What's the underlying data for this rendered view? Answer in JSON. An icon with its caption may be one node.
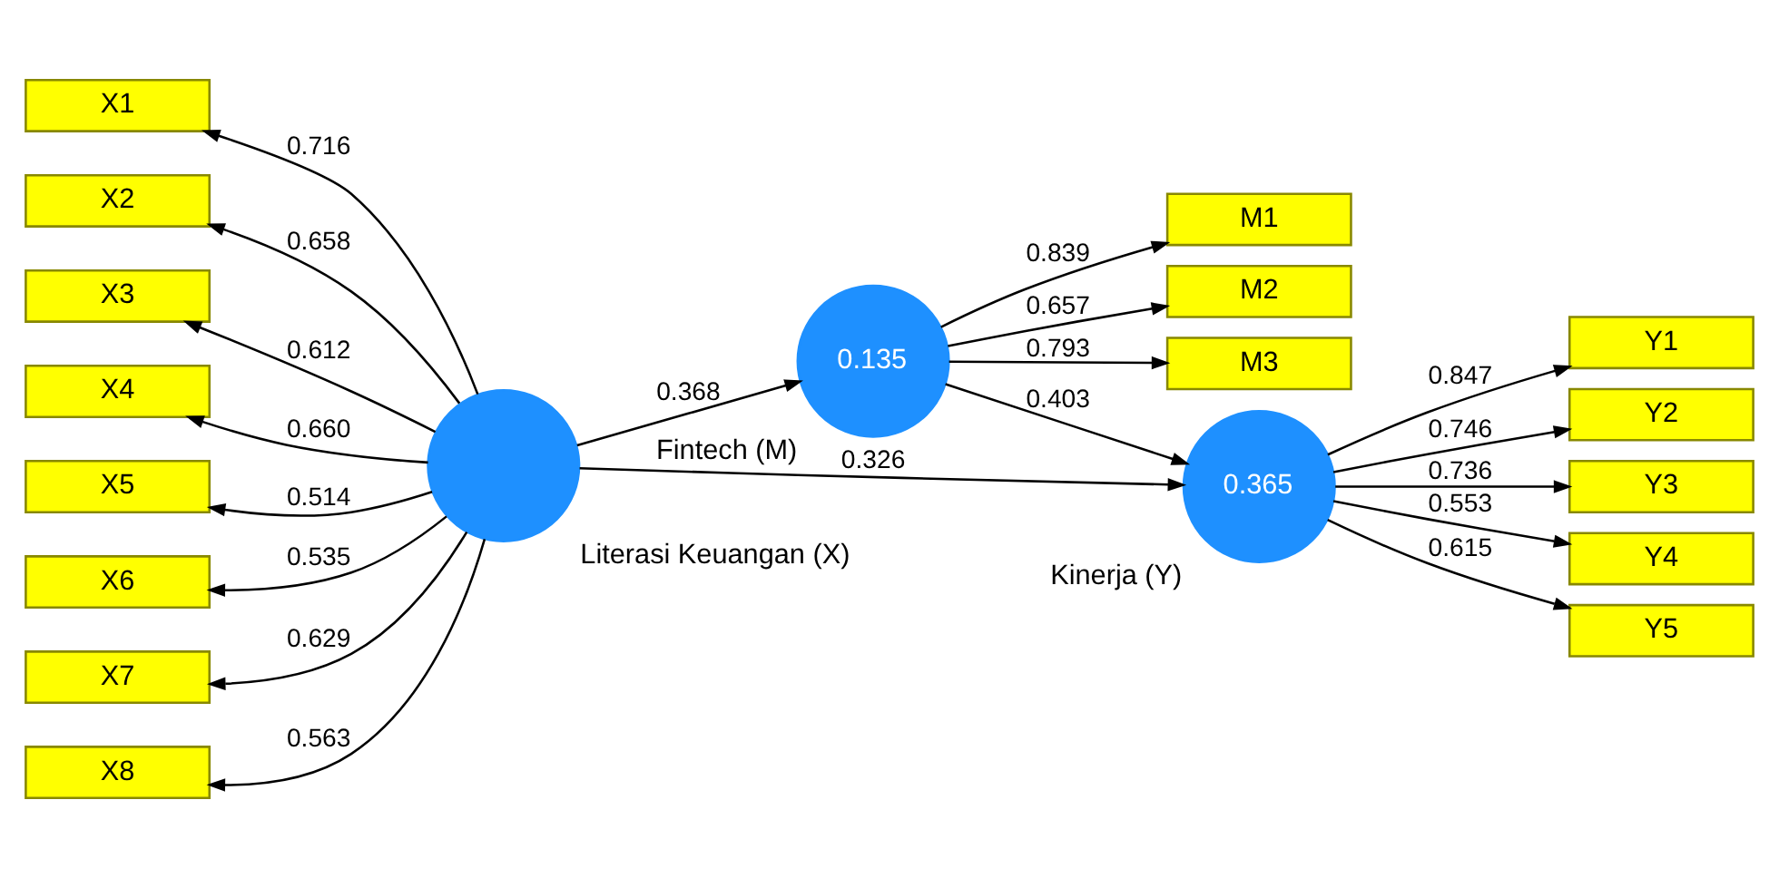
{
  "diagram": {
    "nodes": [
      {
        "text": [
          "M1"
        ]
      },
      {
        "text": [
          "M2"
        ]
      },
      {
        "text": [
          "M3"
        ]
      },
      {
        "text": [
          "X1"
        ]
      },
      {
        "text": [
          "X2"
        ]
      },
      {
        "text": [
          "X3"
        ]
      },
      {
        "text": [
          "X4"
        ]
      },
      {
        "text": [
          "X5"
        ]
      },
      {
        "text": [
          "X6"
        ]
      },
      {
        "text": [
          "X7"
        ]
      },
      {
        "text": [
          "X8"
        ]
      },
      {
        "text": [
          "0.135"
        ],
        "beside": [
          "Fintech (M)"
        ]
      },
      {
        "text": [],
        "shape": "circle",
        "beside": [
          "Literasi Keuangan (X)"
        ]
      },
      {
        "text": [
          "0.365"
        ],
        "beside": [
          "Kinerja (Y)"
        ]
      },
      {
        "text": [
          "Y1"
        ]
      },
      {
        "text": [
          "Y2"
        ]
      },
      {
        "text": [
          "Y3"
        ]
      },
      {
        "text": [
          "Y4"
        ]
      },
      {
        "text": [
          "Y5"
        ]
      }
    ],
    "edges": [
      {
        "from": 11,
        "to": 0,
        "arrow": "to",
        "label": "0.839"
      },
      {
        "from": 11,
        "to": 1,
        "arrow": "to",
        "label": "0.657"
      },
      {
        "from": 11,
        "to": 2,
        "arrow": "to",
        "label": "0.793"
      },
      {
        "from": 12,
        "to": 3,
        "arrow": "to",
        "label": "0.716"
      },
      {
        "from": 12,
        "to": 4,
        "arrow": "to",
        "label": "0.658"
      },
      {
        "from": 12,
        "to": 5,
        "arrow": "to",
        "label": "0.612"
      },
      {
        "from": 12,
        "to": 6,
        "arrow": "to",
        "label": "0.660"
      },
      {
        "from": 12,
        "to": 7,
        "arrow": "to",
        "label": "0.514"
      },
      {
        "from": 12,
        "to": 8,
        "arrow": "to",
        "label": "0.535"
      },
      {
        "from": 12,
        "to": 9,
        "arrow": "to",
        "label": "0.629"
      },
      {
        "from": 12,
        "to": 10,
        "arrow": "to",
        "label": "0.563"
      },
      {
        "from": 12,
        "to": 11,
        "arrow": "to",
        "label": "0.368"
      },
      {
        "from": 11,
        "to": 13,
        "arrow": "to",
        "label": "0.403"
      },
      {
        "from": 12,
        "to": 13,
        "arrow": "to",
        "label": "0.326"
      },
      {
        "from": 13,
        "to": 14,
        "arrow": "to",
        "label": "0.847"
      },
      {
        "from": 13,
        "to": 15,
        "arrow": "to",
        "label": "0.746"
      },
      {
        "from": 13,
        "to": 16,
        "arrow": "to",
        "label": "0.736"
      },
      {
        "from": 13,
        "to": 17,
        "arrow": "to",
        "label": "0.553"
      },
      {
        "from": 13,
        "to": 18,
        "arrow": "to",
        "label": "0.615"
      }
    ]
  }
}
